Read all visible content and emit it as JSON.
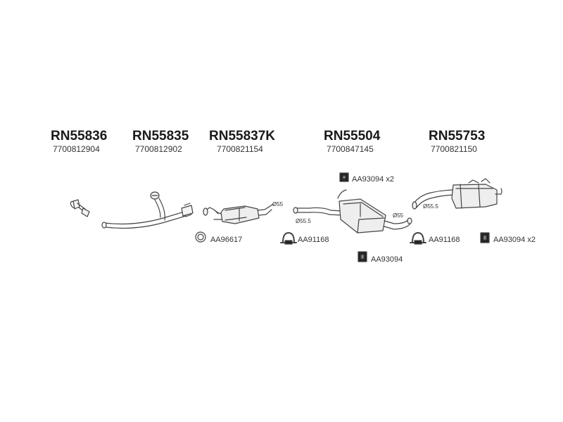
{
  "parts": [
    {
      "code": "RN55836",
      "ref": "7700812904"
    },
    {
      "code": "RN55835",
      "ref": "7700812902"
    },
    {
      "code": "RN55837K",
      "ref": "7700821154"
    },
    {
      "code": "RN55504",
      "ref": "7700847145"
    },
    {
      "code": "RN55753",
      "ref": "7700821150"
    }
  ],
  "accessories": {
    "clamp_1": "AA93094 x2",
    "gasket_ring": "AA96617",
    "clamp_u_1": "AA91168",
    "clamp_2": "AA93094",
    "clamp_u_2": "AA91168",
    "clamp_3": "AA93094 x2"
  },
  "diameters": {
    "cat_outlet": "Ø55",
    "centre_inlet": "Ø55.5",
    "centre_outlet": "Ø55",
    "rear_inlet": "Ø55.5"
  }
}
